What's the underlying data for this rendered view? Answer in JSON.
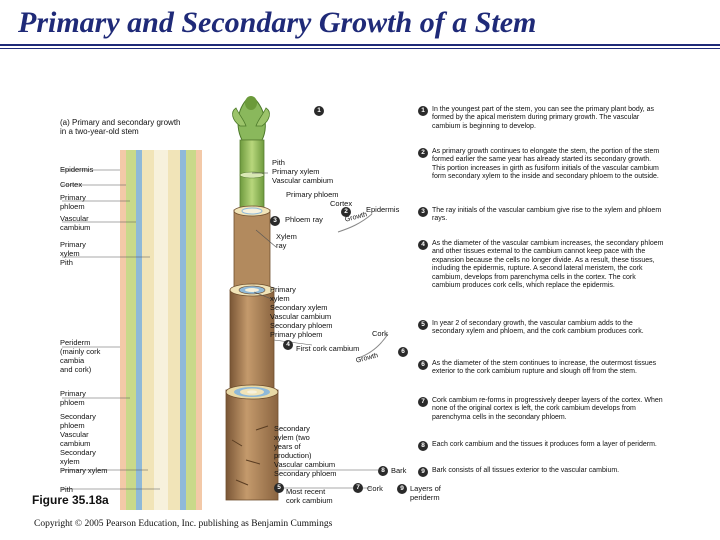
{
  "title": "Primary and Secondary Growth of a Stem",
  "copyright": "Copyright © 2005 Pearson Education, Inc. publishing as Benjamin Cummings",
  "figure_label": "Figure 35.18a",
  "panel_caption": "(a) Primary and secondary growth\nin a two-year-old stem",
  "left_labels": {
    "epidermis": "Epidermis",
    "cortex": "Cortex",
    "primary_phloem": "Primary\nphloem",
    "vascular_cambium": "Vascular\ncambium",
    "primary_xylem_pith": "Primary\nxylem\nPith",
    "periderm": "Periderm\n(mainly cork\ncambia\nand cork)",
    "primary_phloem_2": "Primary\nphloem",
    "lower_stack": "Secondary\nphloem\nVascular\ncambium\nSecondary\nxylem\nPrimary xylem",
    "pith": "Pith"
  },
  "inner_labels": {
    "pith_xylem_cambium": "Pith\nPrimary xylem\nVascular cambium",
    "primary_phloem": "Primary phloem",
    "cortex": "Cortex",
    "epidermis": "Epidermis",
    "phloem_ray": "Phloem ray",
    "growth_1": "Growth",
    "xylem_ray": "Xylem\nray",
    "middle_stack": "Primary\nxylem\nSecondary xylem\nVascular cambium\nSecondary phloem\nPrimary phloem",
    "first_cork_cambium": "First cork cambium",
    "cork": "Cork",
    "growth_2": "Growth",
    "bottom_stack": "Secondary\nxylem (two\nyears of\nproduction)\nVascular cambium\nSecondary phloem",
    "most_recent_cork_cambium": "Most recent\ncork cambium",
    "bark": "Bark",
    "cork_2": "Cork",
    "layers_of_periderm": "Layers of\nperiderm"
  },
  "markers": {
    "m1": "1",
    "m2": "2",
    "m3": "3",
    "m4": "4",
    "m5": "5",
    "m6": "6",
    "m7": "7",
    "m8": "8",
    "m9": "9"
  },
  "steps": [
    {
      "n": "1",
      "text": "In the youngest part of the stem, you can see the primary plant body, as formed by the apical meristem during primary growth. The vascular cambium is beginning to develop."
    },
    {
      "n": "2",
      "text": "As primary growth continues to elongate the stem, the portion of the stem formed earlier the same year has already started its secondary growth. This portion increases in girth as fusiform initials of the vascular cambium form secondary xylem to the inside and secondary phloem to the outside."
    },
    {
      "n": "3",
      "text": "The ray initials of the vascular cambium give rise to the xylem and phloem rays."
    },
    {
      "n": "4",
      "text": "As the diameter of the vascular cambium increases, the secondary phloem and other tissues external to the cambium cannot keep pace with the expansion because the cells no longer divide. As a result, these tissues, including the epidermis, rupture. A second lateral meristem, the cork cambium, develops from parenchyma cells in the cortex. The cork cambium produces cork cells, which replace the epidermis."
    },
    {
      "n": "5",
      "text": "In year 2 of secondary growth, the vascular cambium adds to the secondary xylem and phloem, and the cork cambium produces cork."
    },
    {
      "n": "6",
      "text": "As the diameter of the stem continues to increase, the outermost tissues exterior to the cork cambium rupture and slough off from the stem."
    },
    {
      "n": "7",
      "text": "Cork cambium re-forms in progressively deeper layers of the cortex. When none of the original cortex is left, the cork cambium develops from parenchyma cells in the secondary phloem."
    },
    {
      "n": "8",
      "text": "Each cork cambium and the tissues it produces form a layer of periderm."
    },
    {
      "n": "9",
      "text": "Bark consists of all tissues exterior to the vascular cambium."
    }
  ],
  "colors": {
    "title": "#1f2a78",
    "marker": "#2a2a2a",
    "bark": "#a47a52",
    "xylem": "#f1e4b8",
    "phloem": "#c9d98a",
    "cambium": "#8fb9d8",
    "pith": "#f7f1dc",
    "epidermis": "#7fa54a",
    "bud": "#8ab85c"
  }
}
